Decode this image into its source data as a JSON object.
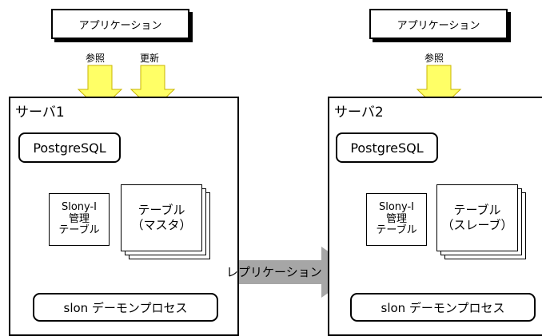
{
  "server1": {
    "label": "サーバ1",
    "application": "アプリケーション",
    "arrow_labels": [
      "参照",
      "更新"
    ],
    "db": "PostgreSQL",
    "mgmt_table": [
      "Slony-I",
      "管理",
      "テーブル"
    ],
    "table": [
      "テーブル",
      "（マスタ）"
    ],
    "daemon": "slon デーモンプロセス"
  },
  "server2": {
    "label": "サーバ2",
    "application": "アプリケーション",
    "arrow_labels": [
      "参照"
    ],
    "db": "PostgreSQL",
    "mgmt_table": [
      "Slony-I",
      "管理",
      "テーブル"
    ],
    "table": [
      "テーブル",
      "（スレーブ）"
    ],
    "daemon": "slon デーモンプロセス"
  },
  "replication": {
    "label": "レプリケーション"
  },
  "colors": {
    "arrow_fill": "#ffff66",
    "arrow_stroke": "#c8b400",
    "gray_arrow": "#a6a6a6",
    "line": "#000000"
  }
}
